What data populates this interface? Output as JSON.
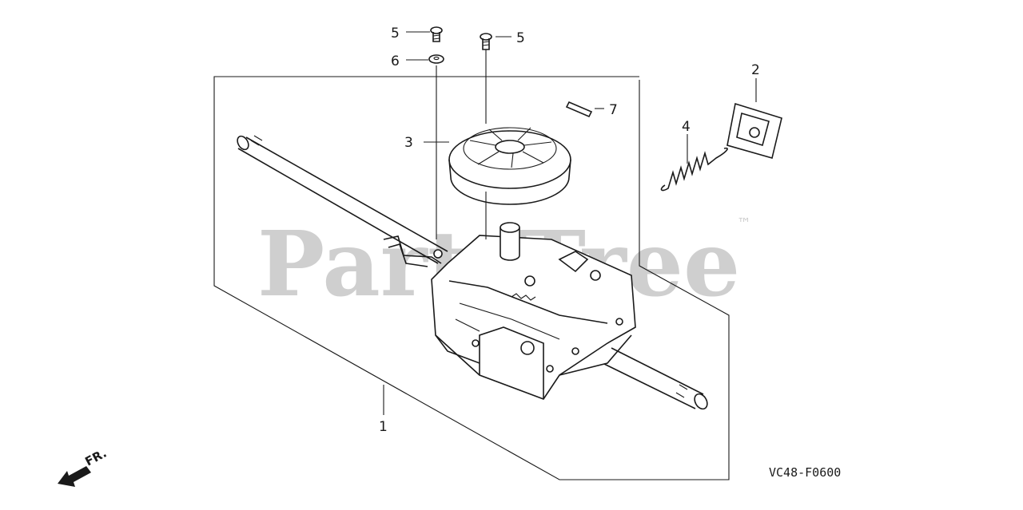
{
  "diagram": {
    "callouts": [
      {
        "id": "1",
        "label": "1"
      },
      {
        "id": "2",
        "label": "2"
      },
      {
        "id": "3",
        "label": "3"
      },
      {
        "id": "4",
        "label": "4"
      },
      {
        "id": "5a",
        "label": "5"
      },
      {
        "id": "5b",
        "label": "5"
      },
      {
        "id": "6",
        "label": "6"
      },
      {
        "id": "7",
        "label": "7"
      }
    ],
    "direction_label": "FR.",
    "diagram_code": "VC48-F0600",
    "watermark": {
      "text": "PartsTree",
      "trademark": "™"
    }
  }
}
